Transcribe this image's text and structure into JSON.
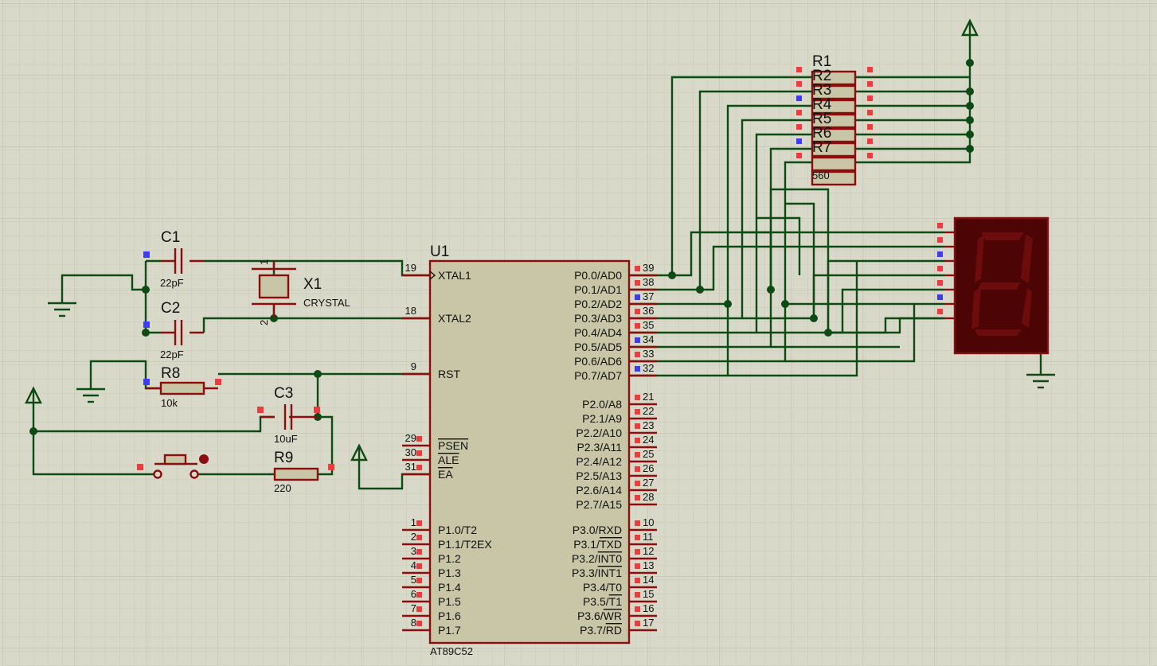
{
  "canvas": {
    "background": "#d9d9c9",
    "grid_color": "#c6c6b6",
    "wire_color": "#0d4a14",
    "component_color": "#8b0d0d",
    "body_fill": "#c8c6a6",
    "pin_red": "#ee3b3b",
    "pin_blue": "#3d3dee",
    "display_bg": "#4d0404",
    "display_segment": "#6c0c0c"
  },
  "components": {
    "u1": {
      "ref": "U1",
      "part": "AT89C52",
      "left_pins": [
        {
          "num": "19",
          "name": "XTAL1"
        },
        {
          "num": "18",
          "name": "XTAL2"
        },
        {
          "num": "9",
          "name": "RST"
        },
        {
          "num": "29",
          "name": "PSEN"
        },
        {
          "num": "30",
          "name": "ALE"
        },
        {
          "num": "31",
          "name": "EA"
        },
        {
          "num": "1",
          "name": "P1.0/T2"
        },
        {
          "num": "2",
          "name": "P1.1/T2EX"
        },
        {
          "num": "3",
          "name": "P1.2"
        },
        {
          "num": "4",
          "name": "P1.3"
        },
        {
          "num": "5",
          "name": "P1.4"
        },
        {
          "num": "6",
          "name": "P1.5"
        },
        {
          "num": "7",
          "name": "P1.6"
        },
        {
          "num": "8",
          "name": "P1.7"
        }
      ],
      "right_pins": [
        {
          "num": "39",
          "name": "P0.0/AD0"
        },
        {
          "num": "38",
          "name": "P0.1/AD1"
        },
        {
          "num": "37",
          "name": "P0.2/AD2"
        },
        {
          "num": "36",
          "name": "P0.3/AD3"
        },
        {
          "num": "35",
          "name": "P0.4/AD4"
        },
        {
          "num": "34",
          "name": "P0.5/AD5"
        },
        {
          "num": "33",
          "name": "P0.6/AD6"
        },
        {
          "num": "32",
          "name": "P0.7/AD7"
        },
        {
          "num": "21",
          "name": "P2.0/A8"
        },
        {
          "num": "22",
          "name": "P2.1/A9"
        },
        {
          "num": "23",
          "name": "P2.2/A10"
        },
        {
          "num": "24",
          "name": "P2.3/A11"
        },
        {
          "num": "25",
          "name": "P2.4/A12"
        },
        {
          "num": "26",
          "name": "P2.5/A13"
        },
        {
          "num": "27",
          "name": "P2.6/A14"
        },
        {
          "num": "28",
          "name": "P2.7/A15"
        },
        {
          "num": "10",
          "name": "P3.0/RXD"
        },
        {
          "num": "11",
          "name": "P3.1/TXD"
        },
        {
          "num": "12",
          "name": "P3.2/INT0"
        },
        {
          "num": "13",
          "name": "P3.3/INT1"
        },
        {
          "num": "14",
          "name": "P3.4/T0"
        },
        {
          "num": "15",
          "name": "P3.5/T1"
        },
        {
          "num": "16",
          "name": "P3.6/WR"
        },
        {
          "num": "17",
          "name": "P3.7/RD"
        }
      ]
    },
    "c1": {
      "ref": "C1",
      "value": "22pF"
    },
    "c2": {
      "ref": "C2",
      "value": "22pF"
    },
    "c3": {
      "ref": "C3",
      "value": "10uF"
    },
    "x1": {
      "ref": "X1",
      "value": "CRYSTAL",
      "pin1": "1",
      "pin2": "2"
    },
    "r8": {
      "ref": "R8",
      "value": "10k"
    },
    "r9": {
      "ref": "R9",
      "value": "220"
    },
    "rpack": {
      "refs": [
        "R1",
        "R2",
        "R3",
        "R4",
        "R5",
        "R6",
        "R7"
      ],
      "value": "560"
    }
  }
}
